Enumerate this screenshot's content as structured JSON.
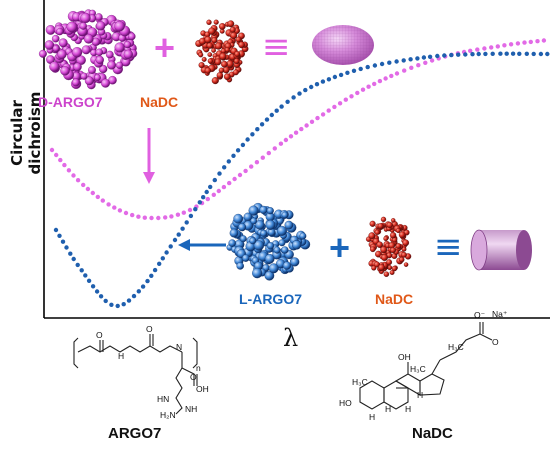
{
  "axis": {
    "ylabel": "Circular dichroism",
    "xlabel": "λ"
  },
  "colors": {
    "d_form": "#e26ae6",
    "l_form": "#1f5fae",
    "nadc": "#d42a1e",
    "shape": "#b05ab8"
  },
  "labels": {
    "d_argo7": "D-ARGO7",
    "nadc_top": "NaDC",
    "l_argo7": "L-ARGO7",
    "nadc_bottom": "NaDC",
    "argo7_bottom": "ARGO7",
    "nadc_structure": "NaDC"
  },
  "symbols": {
    "plus": "+",
    "equiv": "≡"
  },
  "shapes": {
    "top": "ellipsoid",
    "bottom": "cylinder"
  },
  "structure_text": {
    "argo7": {
      "n": "n",
      "n_atom": "N",
      "h1": "H",
      "o1": "O",
      "o2": "O",
      "oh": "OH",
      "nh1": "HN",
      "nh2": "NH",
      "h2n": "H₂N"
    },
    "nadc": {
      "o_minus": "O⁻",
      "na": "Na⁺",
      "o": "O",
      "oh1": "OH",
      "h3c1": "H₃C",
      "h3c2": "H₃C",
      "h1": "H",
      "h2": "H",
      "h3": "H",
      "ho": "HO",
      "h4": "H"
    }
  }
}
